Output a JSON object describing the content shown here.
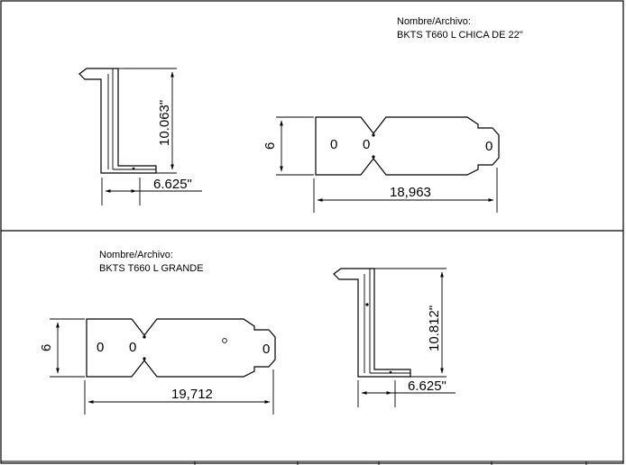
{
  "top_panel": {
    "file_label": "Nombre/Archivo:",
    "file_name": "BKTS T660 L CHICA DE  22\"",
    "side_height": "10.063\"",
    "side_width": "6.625\"",
    "flat_height": "6",
    "flat_length": "18,963",
    "hole_labels": [
      "0",
      "0",
      "0"
    ]
  },
  "bottom_panel": {
    "file_label": "Nombre/Archivo:",
    "file_name": "BKTS T660 L GRANDE",
    "side_height": "10.812\"",
    "side_width": "6.625\"",
    "flat_height": "6",
    "flat_length": "19,712",
    "hole_labels": [
      "0",
      "0",
      "0"
    ]
  }
}
